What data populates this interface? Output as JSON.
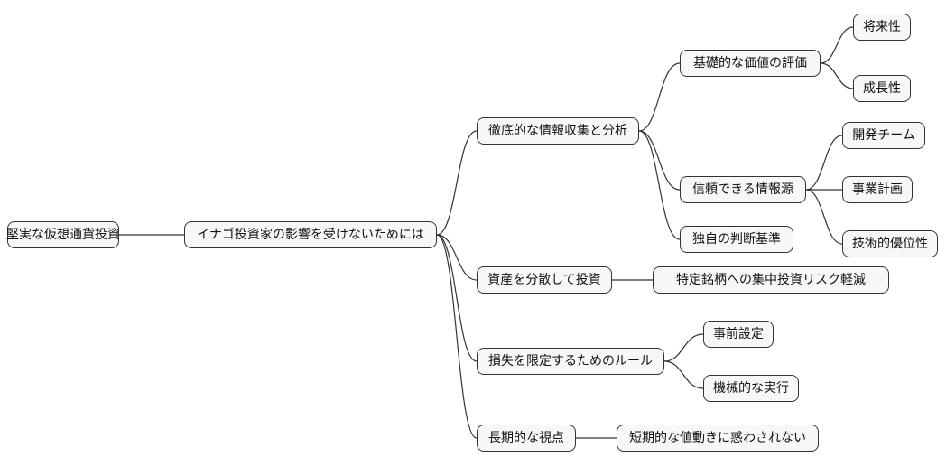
{
  "mindmap": {
    "root": {
      "label": "堅実な仮想通貨投資"
    },
    "main": {
      "label": "イナゴ投資家の影響を受けないためには"
    },
    "branches": [
      {
        "label": "徹底的な情報収集と分析",
        "children": [
          {
            "label": "基礎的な価値の評価",
            "children": [
              {
                "label": "将来性"
              },
              {
                "label": "成長性"
              }
            ]
          },
          {
            "label": "信頼できる情報源",
            "children": [
              {
                "label": "開発チーム"
              },
              {
                "label": "事業計画"
              },
              {
                "label": "技術的優位性"
              }
            ]
          },
          {
            "label": "独自の判断基準",
            "children": []
          }
        ]
      },
      {
        "label": "資産を分散して投資",
        "children": [
          {
            "label": "特定銘柄への集中投資リスク軽減"
          }
        ]
      },
      {
        "label": "損失を限定するためのルール",
        "children": [
          {
            "label": "事前設定"
          },
          {
            "label": "機械的な実行"
          }
        ]
      },
      {
        "label": "長期的な視点",
        "children": [
          {
            "label": "短期的な値動きに惑わされない"
          }
        ]
      }
    ],
    "colors": {
      "background": "#ffffff",
      "node_fill": "#f7f7f7",
      "node_border": "#333333",
      "edge": "#333333",
      "text": "#111111"
    }
  }
}
